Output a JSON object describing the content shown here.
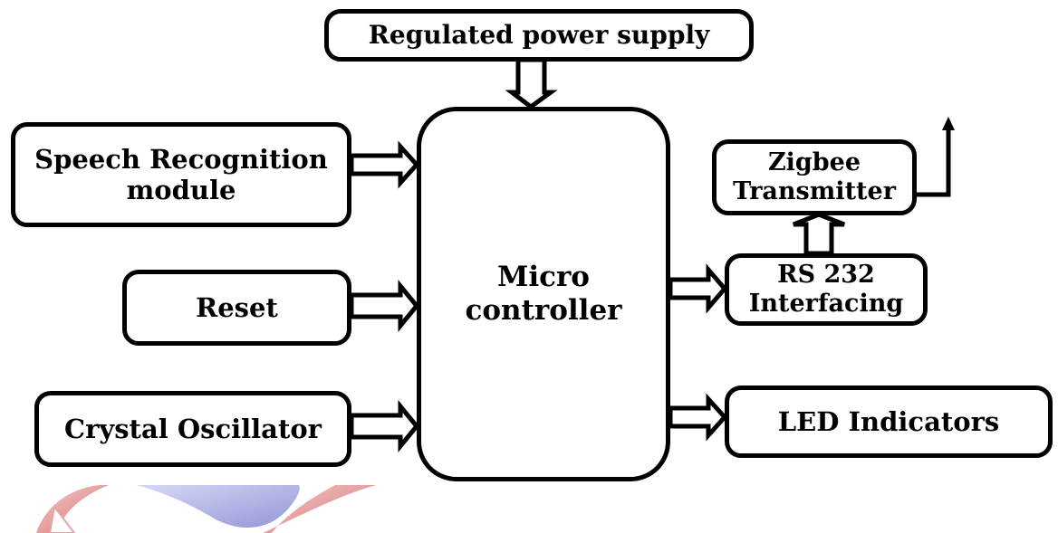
{
  "diagram": {
    "blocks": {
      "power_supply": {
        "lines": [
          "Regulated power supply"
        ]
      },
      "speech_module": {
        "lines": [
          "Speech Recognition",
          "module"
        ]
      },
      "reset": {
        "lines": [
          "Reset"
        ]
      },
      "crystal": {
        "lines": [
          "Crystal Oscillator"
        ]
      },
      "micro": {
        "lines": [
          "Micro",
          "controller"
        ]
      },
      "zigbee": {
        "lines": [
          "Zigbee",
          "Transmitter"
        ]
      },
      "rs232": {
        "lines": [
          "RS 232",
          "Interfacing"
        ]
      },
      "led": {
        "lines": [
          "LED Indicators"
        ]
      }
    },
    "connections": [
      {
        "from": "Regulated power supply",
        "to": "Micro controller"
      },
      {
        "from": "Speech Recognition module",
        "to": "Micro controller"
      },
      {
        "from": "Reset",
        "to": "Micro controller"
      },
      {
        "from": "Crystal Oscillator",
        "to": "Micro controller"
      },
      {
        "from": "Micro controller",
        "to": "RS 232 Interfacing"
      },
      {
        "from": "Micro controller",
        "to": "LED Indicators"
      },
      {
        "from": "RS 232 Interfacing",
        "to": "Zigbee Transmitter"
      },
      {
        "from": "Zigbee Transmitter",
        "to": "antenna"
      }
    ],
    "colors": {
      "stroke": "#000000",
      "watermark_red": "#c64a4a",
      "watermark_blue": "#6f74c8"
    }
  }
}
